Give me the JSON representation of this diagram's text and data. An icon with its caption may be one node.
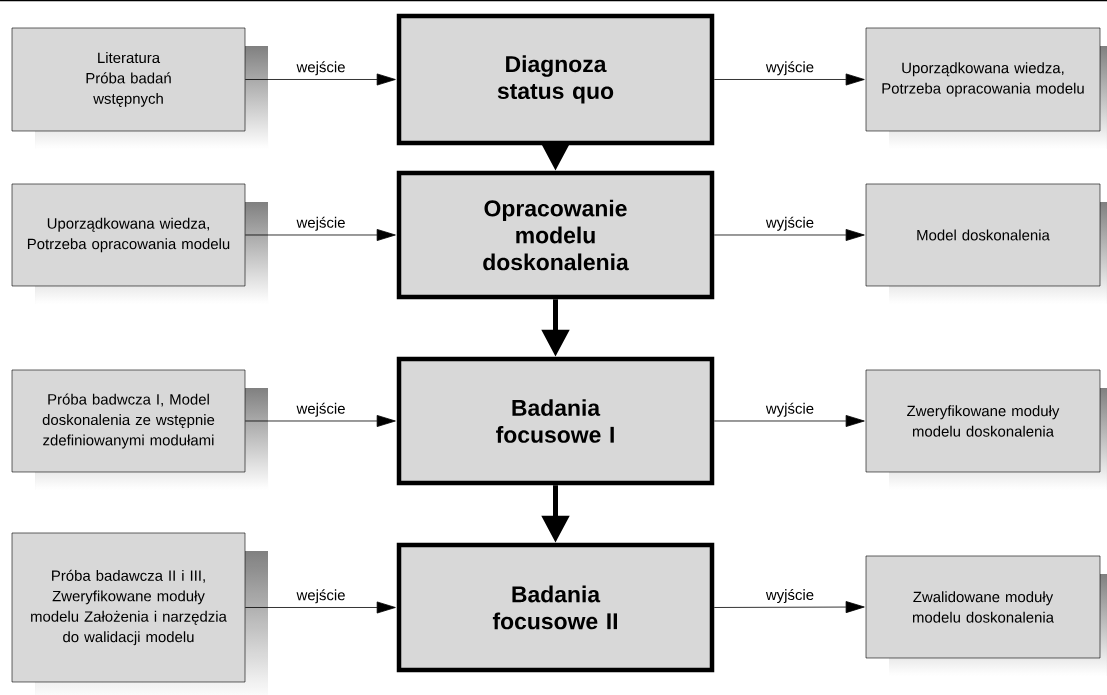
{
  "diagram": {
    "nodes": [
      {
        "text": [
          "Literatura Próba badań wstępnych"
        ]
      },
      {
        "text": [
          "Diagnoza status quo"
        ]
      },
      {
        "text": [
          "Uporządkowana wiedza, Potrzeba opracowania modelu"
        ]
      },
      {
        "text": [
          "Uporządkowana wiedza, Potrzeba opracowania modelu"
        ]
      },
      {
        "text": [
          "Opracowanie modelu doskonalenia"
        ]
      },
      {
        "text": [
          "Model doskonalenia"
        ]
      },
      {
        "text": [
          "Próba badwcza I, Model doskonalenia ze wstępnie zdefiniowanymi modułami"
        ]
      },
      {
        "text": [
          "Badania focusowe I"
        ]
      },
      {
        "text": [
          "Zweryfikowane moduły modelu doskonalenia"
        ]
      },
      {
        "text": [
          "Próba badawcza II i III, Zweryfikowane moduły modelu Założenia i narzędzia do walidacji modelu"
        ]
      },
      {
        "text": [
          "Badania focusowe II"
        ]
      },
      {
        "text": [
          "Zwalidowane moduły modelu doskonalenia"
        ]
      }
    ],
    "edges": [
      {
        "from": 0,
        "to": 1,
        "arrow": "to",
        "label": "wejście"
      },
      {
        "from": 1,
        "to": 2,
        "arrow": "to",
        "label": "wyjście"
      },
      {
        "from": 3,
        "to": 4,
        "arrow": "to",
        "label": "wejście"
      },
      {
        "from": 4,
        "to": 5,
        "arrow": "to",
        "label": "wyjście"
      },
      {
        "from": 6,
        "to": 7,
        "arrow": "to",
        "label": "wejście"
      },
      {
        "from": 7,
        "to": 8,
        "arrow": "to",
        "label": "wyjście"
      },
      {
        "from": 9,
        "to": 10,
        "arrow": "to",
        "label": "wejście"
      },
      {
        "from": 10,
        "to": 11,
        "arrow": "to",
        "label": "wyjście"
      },
      {
        "from": 1,
        "to": 4,
        "arrow": "to",
        "style": "thick"
      },
      {
        "from": 4,
        "to": 7,
        "arrow": "to",
        "style": "thick"
      },
      {
        "from": 7,
        "to": 10,
        "arrow": "to",
        "style": "thick"
      }
    ]
  }
}
